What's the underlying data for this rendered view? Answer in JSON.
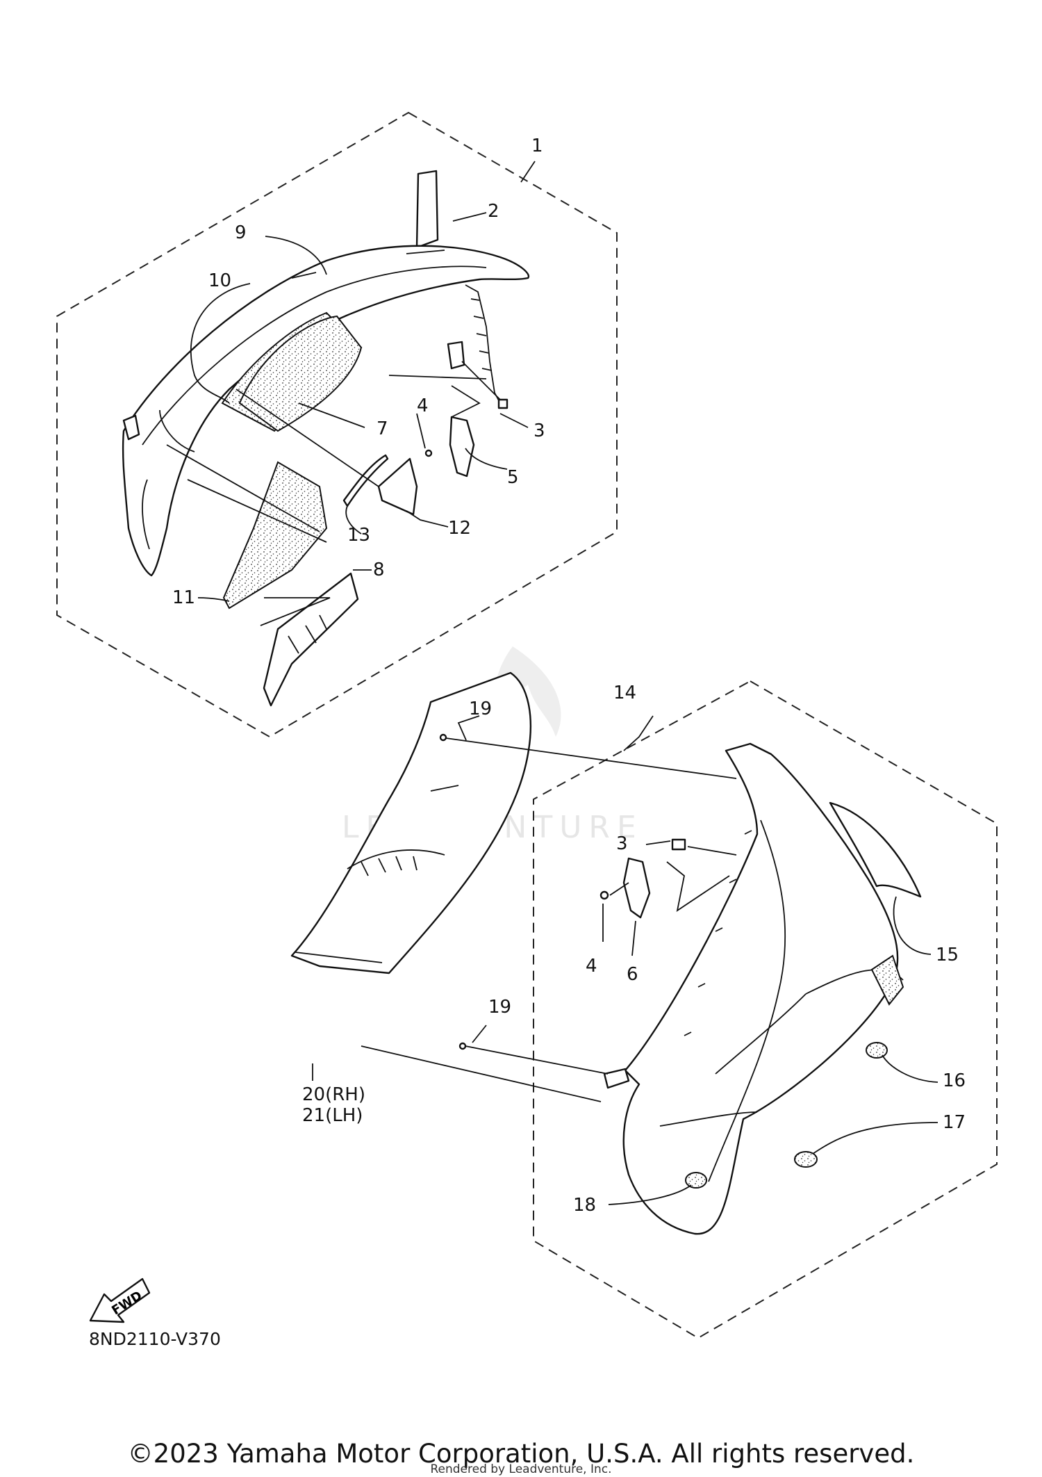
{
  "diagram": {
    "callouts": {
      "c1": "1",
      "c2": "2",
      "c3a": "3",
      "c3b": "3",
      "c4a": "4",
      "c4b": "4",
      "c5": "5",
      "c6": "6",
      "c7": "7",
      "c8": "8",
      "c9": "9",
      "c10": "10",
      "c11": "11",
      "c12": "12",
      "c13": "13",
      "c14": "14",
      "c15": "15",
      "c16": "16",
      "c17": "17",
      "c18": "18",
      "c19a": "19",
      "c19b": "19",
      "c20": "20(RH)",
      "c21": "21(LH)"
    },
    "fwd_label": "FWD",
    "drawing_code": "8ND2110-V370",
    "watermark": "LEADVENTURE"
  },
  "footer": {
    "copyright": "©2023 Yamaha Motor Corporation, U.S.A. All rights reserved.",
    "rendered_by": "Rendered by Leadventure, Inc."
  }
}
